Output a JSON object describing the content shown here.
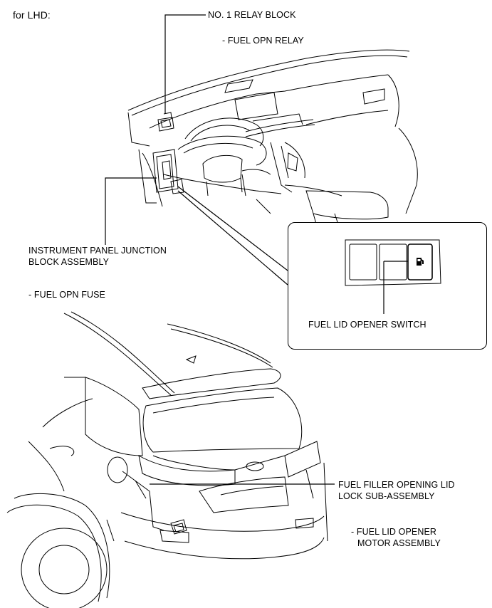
{
  "header": {
    "title": "for LHD:"
  },
  "labels": {
    "relay_block": "NO. 1 RELAY BLOCK",
    "relay_item": "- FUEL OPN RELAY",
    "junction_block_line1": "INSTRUMENT PANEL JUNCTION",
    "junction_block_line2": "BLOCK ASSEMBLY",
    "fuse_item": "- FUEL OPN FUSE",
    "opener_switch": "FUEL LID OPENER SWITCH",
    "lock_line1": "FUEL FILLER OPENING LID",
    "lock_line2": "LOCK SUB-ASSEMBLY",
    "motor_line1": "- FUEL LID OPENER",
    "motor_line2": "MOTOR ASSEMBLY"
  },
  "icons": {
    "fuel_pump": "fuel-pump-icon"
  },
  "colors": {
    "line": "#000000",
    "background": "#ffffff"
  }
}
